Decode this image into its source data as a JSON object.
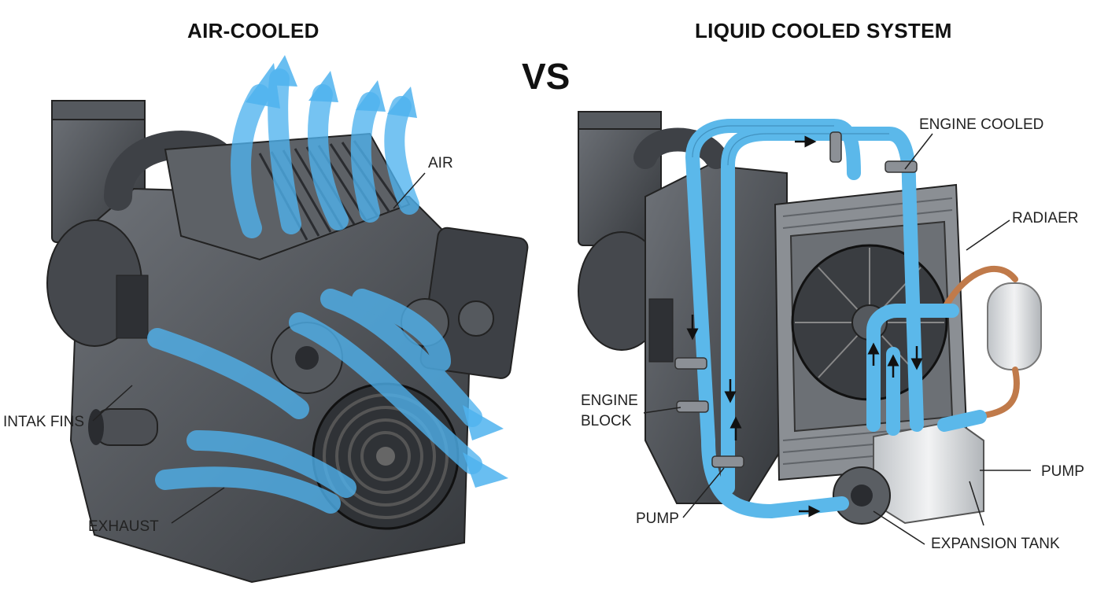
{
  "left_panel": {
    "title": "AIR-COOLED",
    "labels": {
      "air": "AIR",
      "intake_fins": "INTAK FINS",
      "exhaust": "EXHAUST"
    }
  },
  "vs_text": "VS",
  "right_panel": {
    "title": "LIQUID COOLED SYSTEM",
    "labels": {
      "engine_cooled": "ENGINE COOLED",
      "radiator": "RADIAER",
      "engine_block_line1": "ENGINE",
      "engine_block_line2": "BLOCK",
      "pump_right": "PUMP",
      "pump_bottom": "PUMP",
      "expansion_tank": "EXPANSION TANK"
    }
  },
  "colors": {
    "coolant": "#5bb8ea",
    "airflow": "#4fb3ef",
    "engine": "#4a4d52",
    "copper": "#c07a4a"
  }
}
